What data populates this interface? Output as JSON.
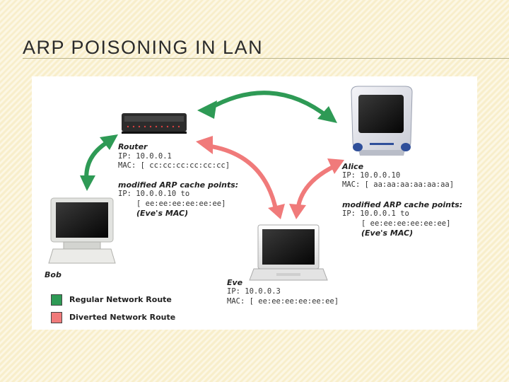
{
  "slide": {
    "title": "ARP POISONING IN LAN"
  },
  "diagram": {
    "colors": {
      "regular": "#2e9a55",
      "diverted": "#f07a7a"
    },
    "router": {
      "name": "Router",
      "ip": "IP:  10.0.0.1",
      "mac": "MAC: [ cc:cc:cc:cc:cc:cc]",
      "cache_heading": "modified ARP cache points:",
      "cache_ip": "IP: 10.0.0.10 to",
      "cache_mac": "[ ee:ee:ee:ee:ee:ee]",
      "cache_note": "(Eve's MAC)"
    },
    "alice": {
      "name": "Alice",
      "ip": "IP:  10.0.0.10",
      "mac": "MAC: [ aa:aa:aa:aa:aa:aa]",
      "cache_heading": "modified ARP cache points:",
      "cache_ip": "IP: 10.0.0.1 to",
      "cache_mac": "[ ee:ee:ee:ee:ee:ee]",
      "cache_note": "(Eve's MAC)"
    },
    "bob": {
      "name": "Bob"
    },
    "eve": {
      "name": "Eve",
      "ip": "IP:  10.0.0.3",
      "mac": "MAC: [ ee:ee:ee:ee:ee:ee]"
    },
    "legend": [
      {
        "label": "Regular Network Route",
        "color": "#2e9a55"
      },
      {
        "label": "Diverted Network Route",
        "color": "#f07a7a"
      }
    ]
  }
}
